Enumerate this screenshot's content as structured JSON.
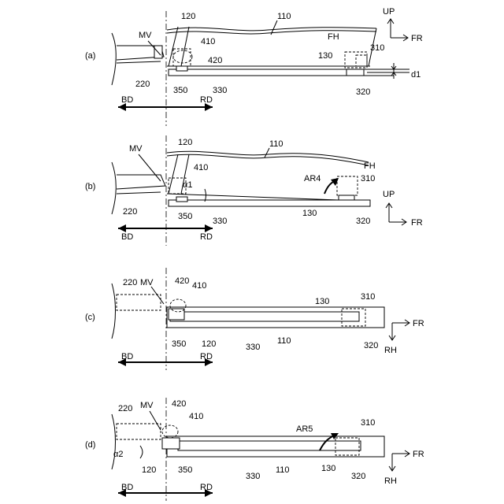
{
  "panels": [
    {
      "id": "a",
      "label": "(a)"
    },
    {
      "id": "b",
      "label": "(b)"
    },
    {
      "id": "c",
      "label": "(c)"
    },
    {
      "id": "d",
      "label": "(d)"
    }
  ],
  "refs": {
    "r110": "110",
    "r120": "120",
    "r130": "130",
    "r220": "220",
    "r310": "310",
    "r320": "320",
    "r330": "330",
    "r350": "350",
    "r410": "410",
    "r420": "420"
  },
  "symbols": {
    "mv": "MV",
    "fh": "FH",
    "d1": "d1",
    "alpha1": "α1",
    "alpha2": "α2",
    "ar4": "AR4",
    "ar5": "AR5"
  },
  "directions": {
    "up": "UP",
    "fr": "FR",
    "rh": "RH",
    "bd": "BD",
    "rd": "RD"
  }
}
